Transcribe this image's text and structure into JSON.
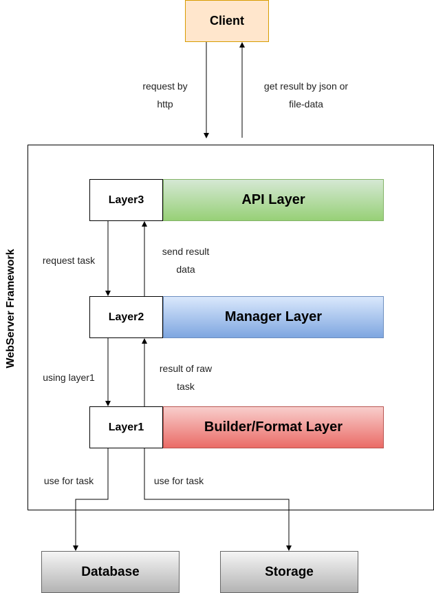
{
  "client": {
    "label": "Client"
  },
  "framework": {
    "title": "WebServer Framework"
  },
  "layers": {
    "layer3": {
      "label": "Layer3",
      "band": "API Layer"
    },
    "layer2": {
      "label": "Layer2",
      "band": "Manager Layer"
    },
    "layer1": {
      "label": "Layer1",
      "band": "Builder/Format Layer"
    }
  },
  "stores": {
    "database": "Database",
    "storage": "Storage"
  },
  "edges": {
    "request_http": [
      "request by",
      "http"
    ],
    "get_result": [
      "get result by json or",
      "file-data"
    ],
    "request_task": "request task",
    "send_result": [
      "send result",
      "data"
    ],
    "using_layer1": "using layer1",
    "result_raw": [
      "result of raw",
      "task"
    ],
    "use_for_task_db": "use for task",
    "use_for_task_storage": "use for task"
  },
  "colors": {
    "client_fill": "#ffe6cc",
    "client_border": "#d79b00",
    "api": "#97d077",
    "manager": "#7ea6e0",
    "builder": "#ea6b66",
    "store": "#b3b3b3"
  }
}
